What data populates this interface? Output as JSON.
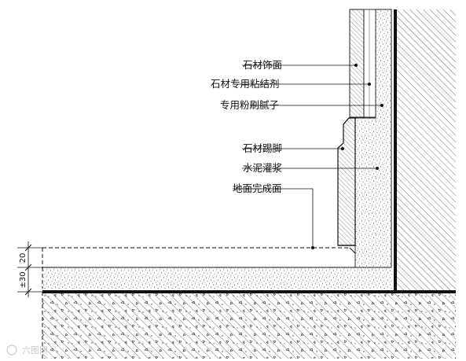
{
  "labels": {
    "stone_finish": "石材饰面",
    "stone_adhesive": "石材专用粘结剂",
    "putty": "专用粉刷腻子",
    "baseboard": "石材踢脚",
    "cement_grout": "水泥灌浆",
    "finished_floor": "地面完成面"
  },
  "dimensions": {
    "upper": "20",
    "lower": "±30"
  },
  "watermark": "六图网"
}
